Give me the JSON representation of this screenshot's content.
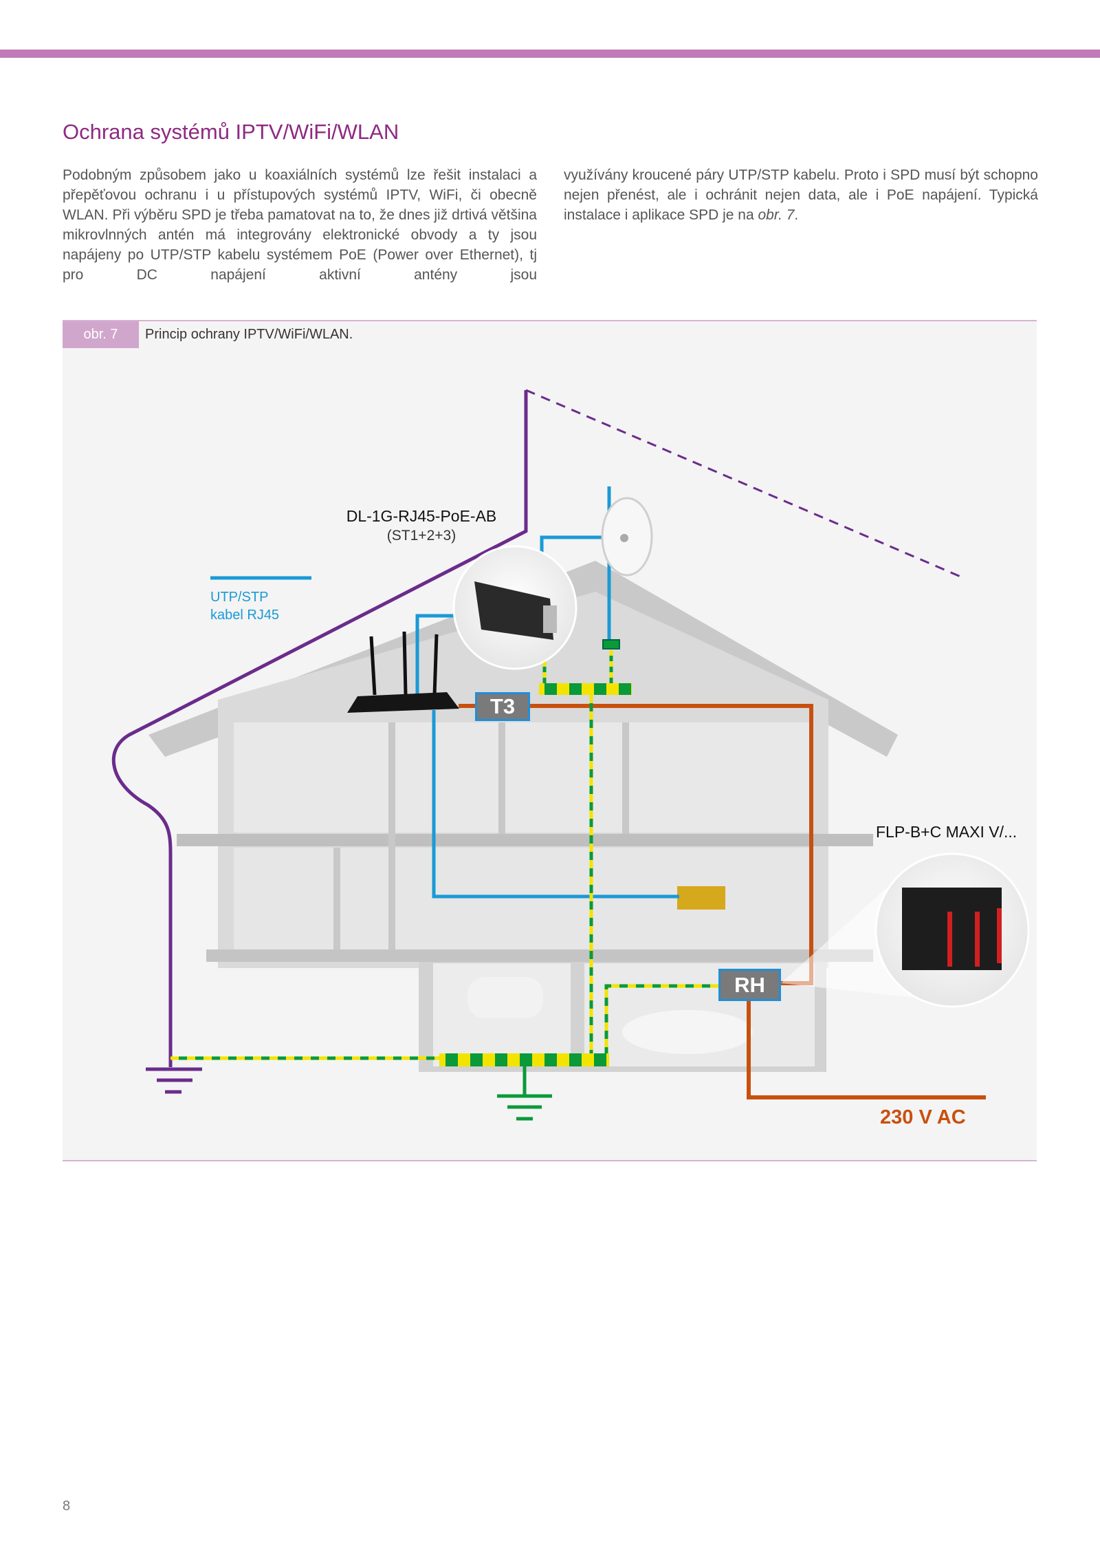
{
  "header": {
    "accent_color": "#c07ab8"
  },
  "section": {
    "title": "Ochrana systémů IPTV/WiFi/WLAN",
    "col1": "Podobným způsobem jako u koaxiálních systémů lze řešit instalaci a přepěťovou ochranu i u přístupových systémů IPTV, WiFi, či obecně WLAN. Při výběru SPD je třeba pamatovat na to, že dnes již drtivá většina mikrovlnných antén má integrovány elektronické obvody a ty jsou napájeny po UTP/STP kabelu systémem PoE (Power over Ethernet), tj pro DC napájení aktivní antény jsou",
    "col2_text": "využívány kroucené páry UTP/STP kabelu. Proto i SPD musí být schopno nejen přenést, ale i ochránit nejen data, ale i PoE napájení. Typická instalace i aplikace SPD je na ",
    "col2_ref": "obr. 7",
    "col2_end": "."
  },
  "figure": {
    "label": "obr. 7",
    "caption": "Princip ochrany IPTV/WiFi/WLAN.",
    "device_top_name": "DL-1G-RJ45-PoE-AB",
    "device_top_sub": "(ST1+2+3)",
    "legend_line1": "UTP/STP",
    "legend_line2": "kabel RJ45",
    "device_right_name": "FLP-B+C MAXI V/...",
    "t3_label": "T3",
    "rh_label": "RH",
    "voltage_label": "230 V AC",
    "colors": {
      "lightning": "#6a2c8c",
      "utp": "#1a9ad6",
      "power": "#c8500f",
      "earth_green": "#0a9a3a",
      "earth_yellow": "#f3e400"
    }
  },
  "footer": {
    "page_number": "8"
  }
}
